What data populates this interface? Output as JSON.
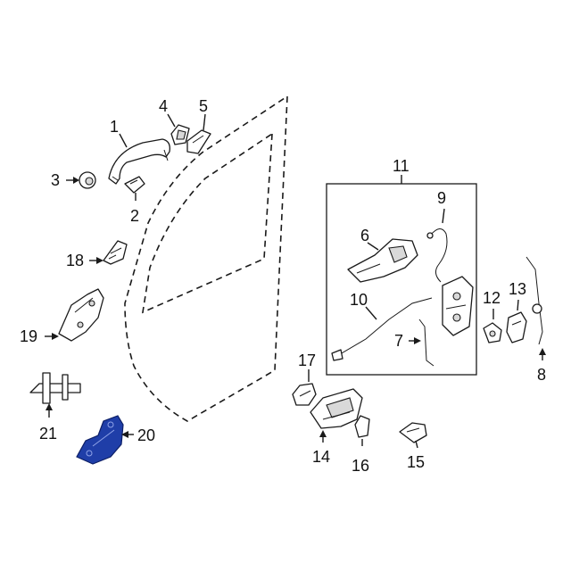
{
  "diagram": {
    "callouts": {
      "c1": "1",
      "c2": "2",
      "c3": "3",
      "c4": "4",
      "c5": "5",
      "c6": "6",
      "c7": "7",
      "c8": "8",
      "c9": "9",
      "c10": "10",
      "c11": "11",
      "c12": "12",
      "c13": "13",
      "c14": "14",
      "c15": "15",
      "c16": "16",
      "c17": "17",
      "c18": "18",
      "c19": "19",
      "c20": "20",
      "c21": "21"
    },
    "highlighted_part": "20",
    "colors": {
      "highlight": "#1f3ea8",
      "line": "#1a1a1a",
      "background": "#ffffff"
    }
  }
}
